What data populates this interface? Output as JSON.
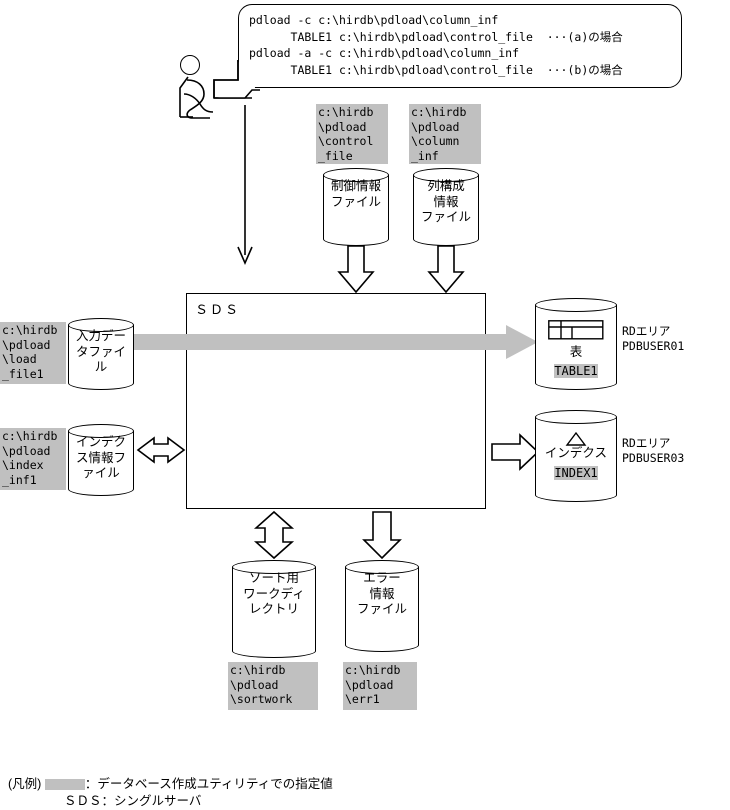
{
  "command_balloon": {
    "text": "pdload -c c:\\hirdb\\pdload\\column_inf\n      TABLE1 c:\\hirdb\\pdload\\control_file  ···(a)の場合\npdload -a -c c:\\hirdb\\pdload\\column_inf\n      TABLE1 c:\\hirdb\\pdload\\control_file  ···(b)の場合"
  },
  "sds": {
    "title": "ＳＤＳ"
  },
  "cylinders": {
    "control_file": {
      "label": "制御情報\nファイル",
      "path": "c:\\hirdb\n\\pdload\n\\control\n_file"
    },
    "column_info_file": {
      "label": "列構成\n情報\nファイル",
      "path": "c:\\hirdb\n\\pdload\n\\column\n_inf"
    },
    "input_data_file": {
      "label": "入力デー\nタファイ\nル",
      "path": "c:\\hirdb\n\\pdload\n\\load\n_file1"
    },
    "index_info_file": {
      "label": "インデク\nス情報フ\nァイル",
      "path": "c:\\hirdb\n\\pdload\n\\index\n_inf1"
    },
    "sort_work_dir": {
      "label": "ソート用\nワークディ\nレクトリ",
      "path": "c:\\hirdb\n\\pdload\n\\sortwork"
    },
    "error_info_file": {
      "label": "エラー\n情報\nファイル",
      "path": "c:\\hirdb\n\\pdload\n\\err1"
    },
    "table_area": {
      "label": "表",
      "value": "TABLE1",
      "rdarea": "RDエリア\nPDBUSER01"
    },
    "index_area": {
      "label": "インデクス",
      "value": "INDEX1",
      "rdarea": "RDエリア\nPDBUSER03"
    }
  },
  "legend": {
    "title": "(凡例)",
    "swatch_desc": "：データベース作成ユティリティでの指定値",
    "sds_label": "ＳＤＳ",
    "sds_desc": "：シングルサーバ"
  },
  "colors": {
    "highlight": "#c0c0c0",
    "line": "#000000",
    "background": "#ffffff"
  }
}
